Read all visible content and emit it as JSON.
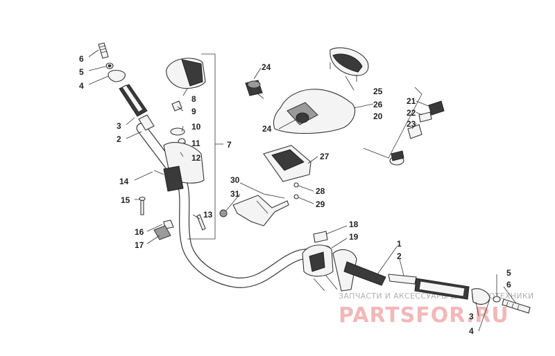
{
  "callouts": [
    {
      "id": "c6a",
      "text": "6"
    },
    {
      "id": "c5a",
      "text": "5"
    },
    {
      "id": "c4a",
      "text": "4"
    },
    {
      "id": "c3a",
      "text": "3"
    },
    {
      "id": "c2a",
      "text": "2"
    },
    {
      "id": "c8",
      "text": "8"
    },
    {
      "id": "c9",
      "text": "9"
    },
    {
      "id": "c10",
      "text": "10"
    },
    {
      "id": "c11",
      "text": "11"
    },
    {
      "id": "c12",
      "text": "12"
    },
    {
      "id": "c7",
      "text": "7"
    },
    {
      "id": "c13",
      "text": "13"
    },
    {
      "id": "c14",
      "text": "14"
    },
    {
      "id": "c15",
      "text": "15"
    },
    {
      "id": "c16",
      "text": "16"
    },
    {
      "id": "c17",
      "text": "17"
    },
    {
      "id": "c24a",
      "text": "24"
    },
    {
      "id": "c24b",
      "text": "24"
    },
    {
      "id": "c25",
      "text": "25"
    },
    {
      "id": "c26",
      "text": "26"
    },
    {
      "id": "c20",
      "text": "20"
    },
    {
      "id": "c21",
      "text": "21"
    },
    {
      "id": "c22",
      "text": "22"
    },
    {
      "id": "c23",
      "text": "23"
    },
    {
      "id": "c27",
      "text": "27"
    },
    {
      "id": "c28",
      "text": "28"
    },
    {
      "id": "c29",
      "text": "29"
    },
    {
      "id": "c30",
      "text": "30"
    },
    {
      "id": "c31",
      "text": "31"
    },
    {
      "id": "c18",
      "text": "18"
    },
    {
      "id": "c19",
      "text": "19"
    },
    {
      "id": "c1",
      "text": "1"
    },
    {
      "id": "c2b",
      "text": "2"
    },
    {
      "id": "c5b",
      "text": "5"
    },
    {
      "id": "c6b",
      "text": "6"
    },
    {
      "id": "c3b",
      "text": "3"
    },
    {
      "id": "c4b",
      "text": "4"
    }
  ],
  "watermark": {
    "tagline": "ЗАПЧАСТИ И АКСЕССУАРЫ ДЛЯ МОТОТЕХНИКИ",
    "logo": "PARTSFOR.RU"
  }
}
